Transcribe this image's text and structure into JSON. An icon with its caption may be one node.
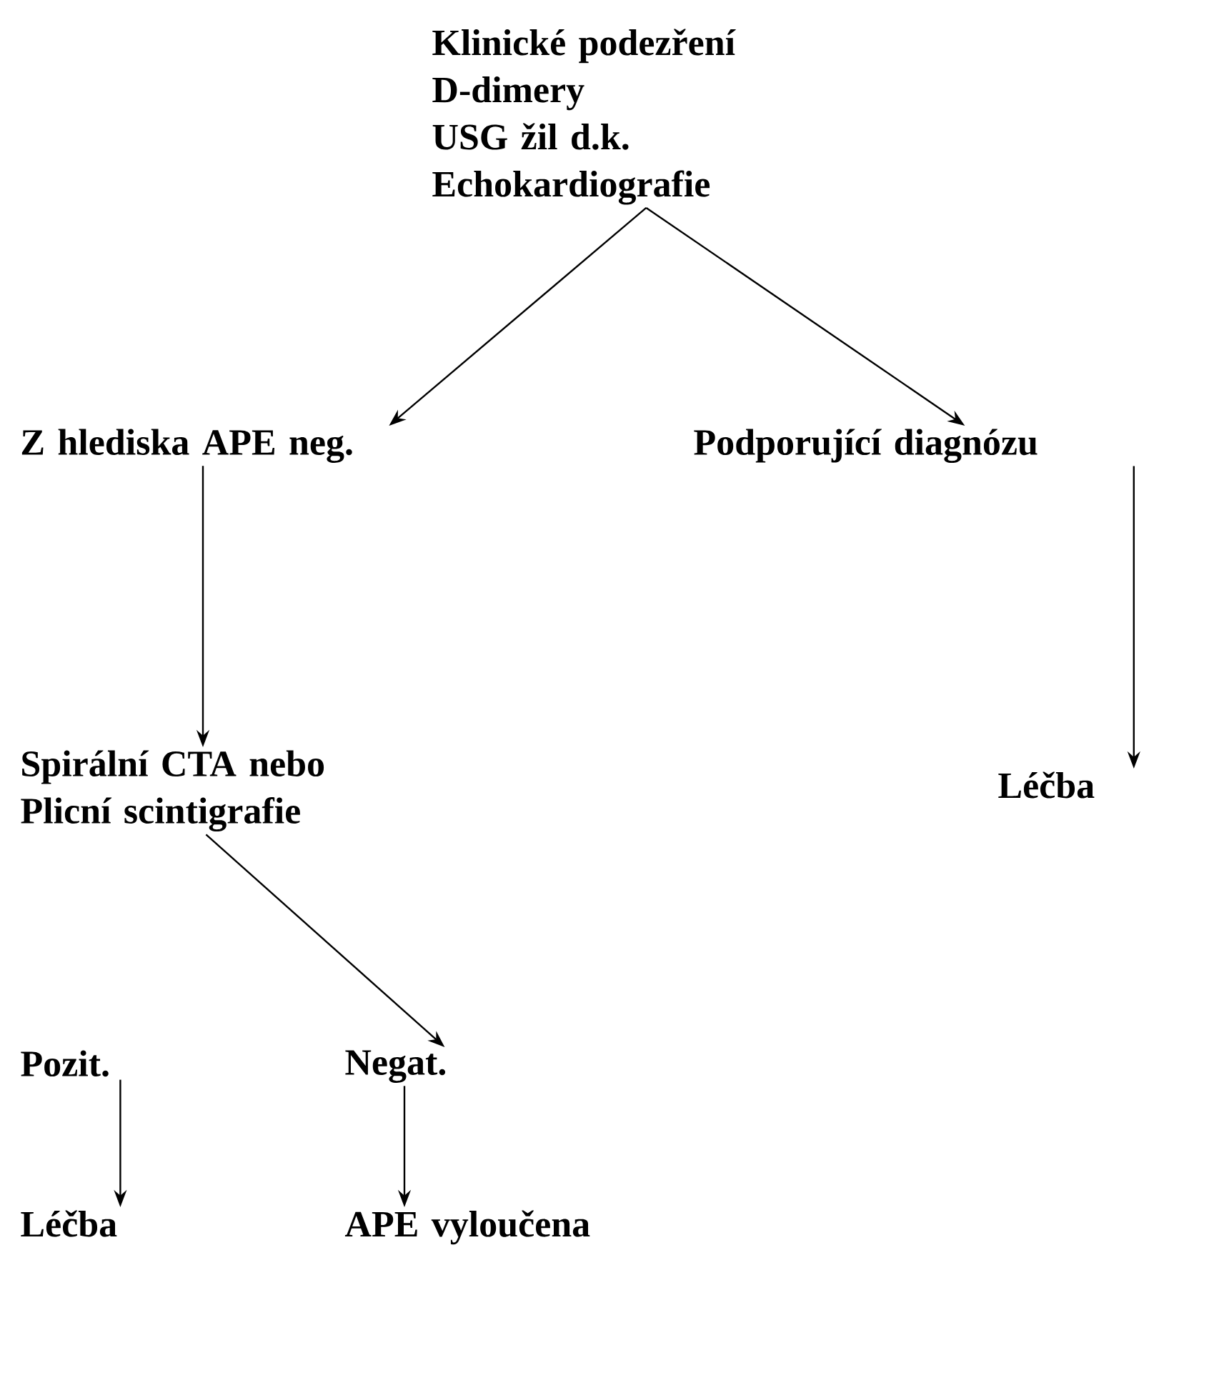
{
  "diagram": {
    "nodes": [
      {
        "text": [
          "Klinické podezření",
          "D-dimery",
          "USG žil d.k.",
          "Echokardiografie"
        ]
      },
      {
        "text": [
          "Z hlediska APE neg."
        ]
      },
      {
        "text": [
          "Podporující diagnózu"
        ]
      },
      {
        "text": [
          "Spirální CTA nebo Plicní scintigrafie"
        ]
      },
      {
        "text": [
          "Léčba"
        ]
      },
      {
        "text": [
          "Pozit."
        ]
      },
      {
        "text": [
          "Negat."
        ]
      },
      {
        "text": [
          "Léčba"
        ]
      },
      {
        "text": [
          "APE vyloučena"
        ]
      }
    ],
    "edges": [
      {
        "from": 0,
        "to": 1,
        "arrow": "to"
      },
      {
        "from": 0,
        "to": 2,
        "arrow": "to"
      },
      {
        "from": 1,
        "to": 3,
        "arrow": "to"
      },
      {
        "from": 2,
        "to": 4,
        "arrow": "to"
      },
      {
        "from": 3,
        "to": 6,
        "arrow": "to"
      },
      {
        "from": 5,
        "to": 7,
        "arrow": "to"
      },
      {
        "from": 6,
        "to": 8,
        "arrow": "to"
      }
    ]
  }
}
